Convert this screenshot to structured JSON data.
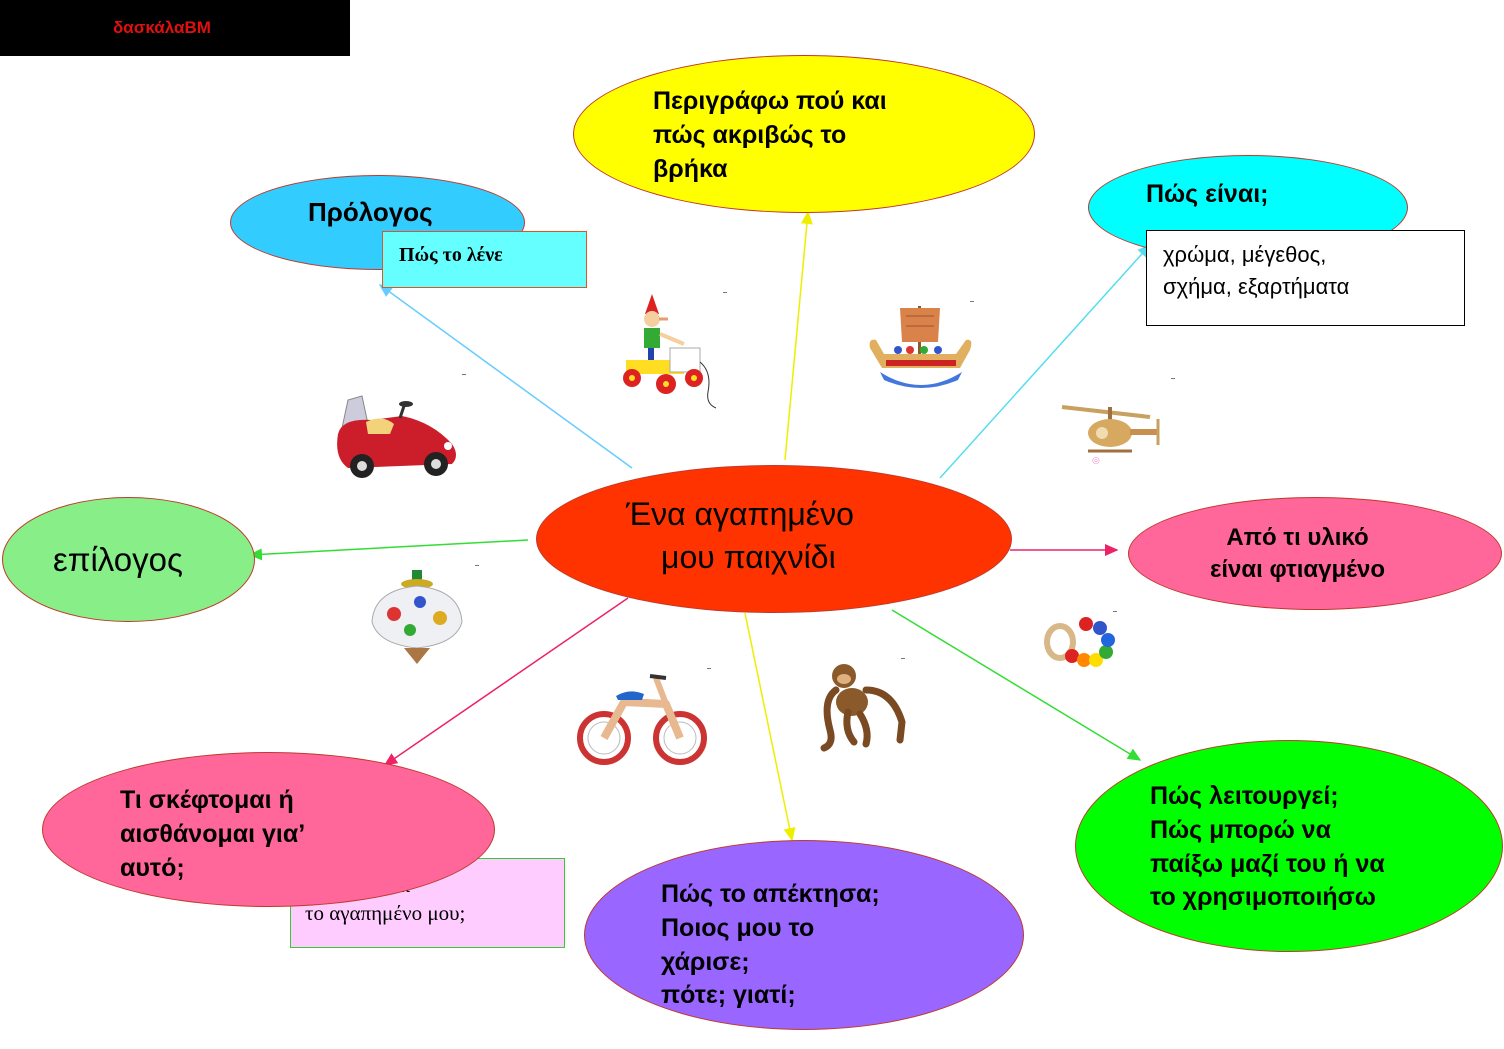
{
  "header": {
    "brand": "δασκάλαΒΜ"
  },
  "center": {
    "line1": "Ένα αγαπημένο",
    "line2": "μου παιχνίδι"
  },
  "nodes": {
    "prologue": {
      "title": "Πρόλογος",
      "note": "Πώς το λένε"
    },
    "describe": {
      "text": "Περιγράφω πού και\nπώς ακριβώς το\nβρήκα"
    },
    "appearance": {
      "title": "Πώς είναι;",
      "note": "χρώμα, μέγεθος,\nσχήμα, εξαρτήματα"
    },
    "epilogue": {
      "title": "επίλογος"
    },
    "material": {
      "text": "Από τι υλικό\nείναι φτιαγμένο"
    },
    "feelings": {
      "text": "Τι σκέφτομαι ή\nαισθάνομαι για’\nαυτό;",
      "note": "λόγους είναι\nτο αγαπημένο μου;"
    },
    "acquired": {
      "text": "Πώς το απέκτησα;\nΠοιος μου το\nχάρισε;\nπότε; γιατί;"
    },
    "function": {
      "text": "Πώς λειτουργεί;\nΠώς μπορώ να\nπαίξω μαζί του ή να\nτο χρησιμοποιήσω"
    }
  },
  "colors": {
    "center": "#ff3300",
    "prologue": "#33ccff",
    "describe": "#ffff00",
    "appearance": "#00ffff",
    "epilogue": "#88ee88",
    "material": "#ff6699",
    "feelings": "#ff6699",
    "acquired": "#9966ff",
    "function": "#00ff00"
  },
  "icons": [
    "pinocchio-cart-toy",
    "viking-ship-toy",
    "helicopter-toy",
    "toy-car",
    "spinning-top",
    "balance-bike",
    "wooden-monkey",
    "bead-rattle"
  ]
}
